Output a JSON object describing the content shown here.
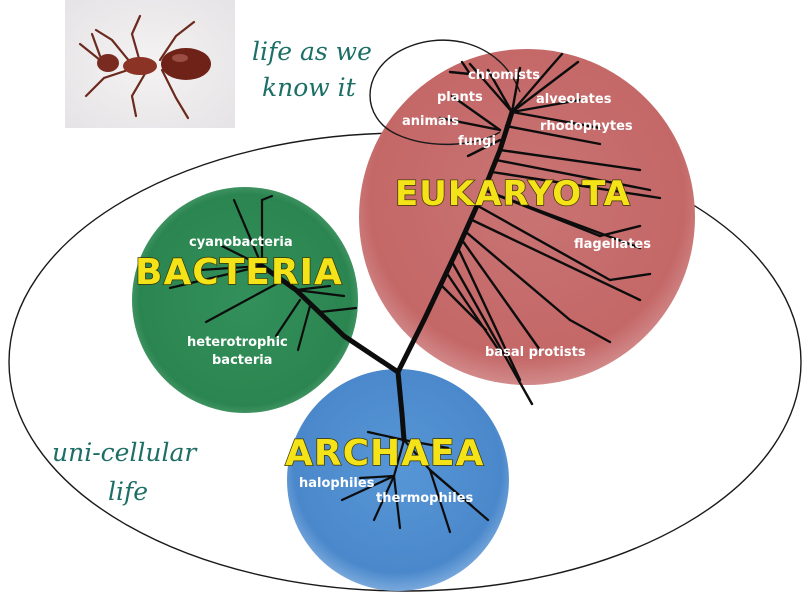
{
  "diagram": {
    "captions": {
      "life_known_line1": "life as we",
      "life_known_line2": "know it",
      "unicellular_line1": "uni-cellular",
      "unicellular_line2": "life"
    },
    "domains": {
      "eukaryota": {
        "title": "EUKARYOTA",
        "color": "#c66a6a",
        "groups": [
          "chromists",
          "plants",
          "alveolates",
          "animals",
          "rhodophytes",
          "fungi",
          "flagellates",
          "basal protists"
        ]
      },
      "bacteria": {
        "title": "BACTERIA",
        "color": "#2f8a52",
        "groups": [
          "cyanobacteria",
          "heterotrophic",
          "bacteria"
        ]
      },
      "archaea": {
        "title": "ARCHAEA",
        "color": "#4f8ed0",
        "groups": [
          "halophiles",
          "thermophiles"
        ]
      }
    },
    "icons": {
      "organism_photo": "ant-icon"
    }
  }
}
